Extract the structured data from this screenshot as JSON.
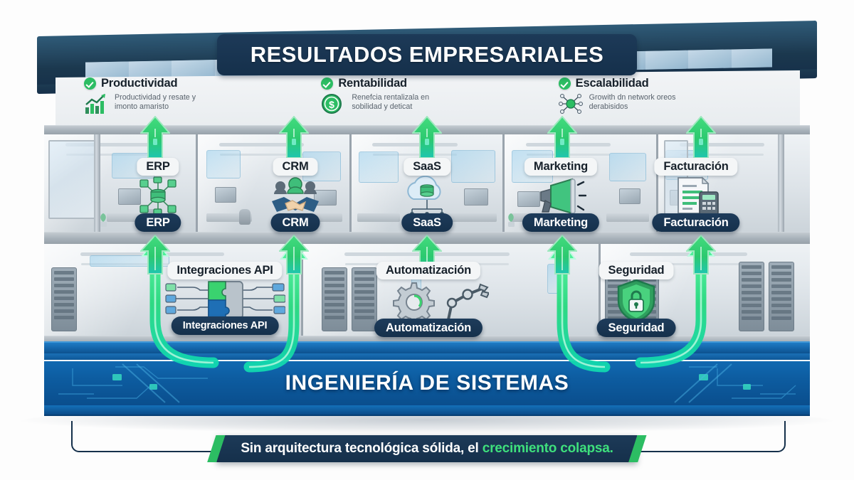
{
  "header": {
    "title": "RESULTADOS EMPRESARIALES"
  },
  "results": [
    {
      "title": "Productividad",
      "desc": "Productividad y resate y imonto amaristo",
      "icon": "growth-chart-icon",
      "check": "check-circle-icon"
    },
    {
      "title": "Rentabilidad",
      "desc": "Renefcia rentalizala en sobilidad y deticat",
      "icon": "dollar-coin-icon",
      "check": "check-circle-icon"
    },
    {
      "title": "Escalabilidad",
      "desc": "Growith dn network oreos derabisidos",
      "icon": "network-nodes-icon",
      "check": "check-circle-icon"
    }
  ],
  "floor_upper": {
    "modules": [
      {
        "chip": "ERP",
        "badge": "ERP",
        "icon": "database-network-icon"
      },
      {
        "chip": "CRM",
        "badge": "CRM",
        "icon": "handshake-users-icon"
      },
      {
        "chip": "SaaS",
        "badge": "SaaS",
        "icon": "cloud-database-icon"
      },
      {
        "chip": "Marketing",
        "badge": "Marketing",
        "icon": "megaphone-icon"
      },
      {
        "chip": "Facturación",
        "badge": "Facturación",
        "icon": "invoice-calculator-icon"
      }
    ]
  },
  "floor_lower": {
    "modules": [
      {
        "chip": "Integraciones API",
        "badge": "Integraciones API",
        "icon": "puzzle-connect-icon"
      },
      {
        "chip": "Automatización",
        "badge": "Automatización",
        "icon": "gear-robot-arm-icon"
      },
      {
        "chip": "Seguridad",
        "badge": "Seguridad",
        "icon": "shield-lock-icon"
      }
    ]
  },
  "foundation": {
    "label": "INGENIERÍA DE SISTEMAS"
  },
  "tagline": {
    "prefix": "Sin arquitectura tecnológica sólida, el ",
    "highlight": "crecimiento colapsa."
  },
  "colors": {
    "navy": "#15304b",
    "green": "#2cbd63",
    "green_bright": "#3ee07c",
    "foundation_blue": "#0d5ca0",
    "roof_slate": "#24465f",
    "wall_gray": "#dfe4e8"
  }
}
